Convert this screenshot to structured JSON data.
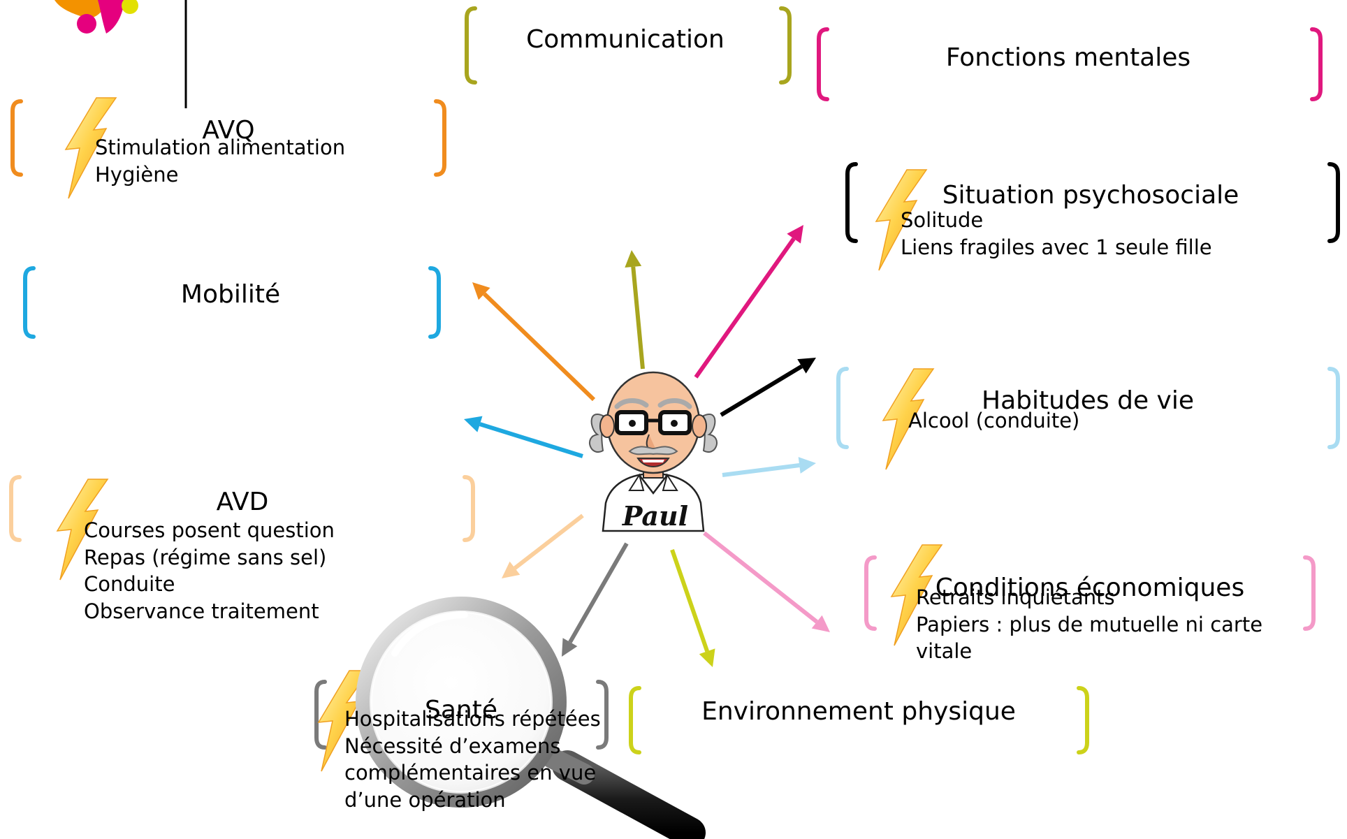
{
  "diagram": {
    "center": {
      "name": "Paul"
    },
    "categories": [
      {
        "id": "communication",
        "title": "Communication",
        "items": [],
        "color": "#a8a51e",
        "alert": false
      },
      {
        "id": "fonctions-mentales",
        "title": "Fonctions mentales",
        "items": [],
        "color": "#e0187e",
        "alert": false
      },
      {
        "id": "avq",
        "title": "AVQ",
        "items": [
          "Stimulation alimentation",
          "Hygiène"
        ],
        "color": "#f08c1e",
        "alert": true
      },
      {
        "id": "situation-psychosociale",
        "title": "Situation psychosociale",
        "items": [
          "Solitude",
          "Liens fragiles avec 1 seule fille"
        ],
        "color": "#000000",
        "alert": true
      },
      {
        "id": "mobilite",
        "title": "Mobilité",
        "items": [],
        "color": "#1ea8e0",
        "alert": false
      },
      {
        "id": "habitudes-de-vie",
        "title": "Habitudes de vie",
        "items": [
          "Alcool (conduite)"
        ],
        "color": "#a9dcf2",
        "alert": true
      },
      {
        "id": "avd",
        "title": "AVD",
        "items": [
          "Courses posent question",
          "Repas (régime sans sel)",
          "Conduite",
          "Observance traitement"
        ],
        "color": "#fbcf9c",
        "alert": true
      },
      {
        "id": "conditions-economiques",
        "title": "Conditions économiques",
        "items": [
          "Retraits inquiétants",
          "Papiers : plus de mutuelle ni carte vitale"
        ],
        "color": "#f49ac8",
        "alert": true
      },
      {
        "id": "sante",
        "title": "Santé",
        "items": [
          "Hospitalisations répétées",
          "Nécessité d’examens complémentaires en vue d’une opération"
        ],
        "color": "#7a7a7a",
        "alert": true
      },
      {
        "id": "environnement-physique",
        "title": "Environnement physique",
        "items": [],
        "color": "#ccd21a",
        "alert": false
      }
    ]
  },
  "icons": {
    "alert": "lightning-bolt-icon",
    "magnifier": "magnifying-glass-icon",
    "avatar": "elderly-man-avatar",
    "logo": "logo-icon"
  },
  "colors": {
    "logo_orange": "#f39200",
    "logo_pink": "#e5007e",
    "logo_yellow": "#e2e000",
    "bolt_light": "#fff3a8",
    "bolt_dark": "#f2a31c"
  }
}
